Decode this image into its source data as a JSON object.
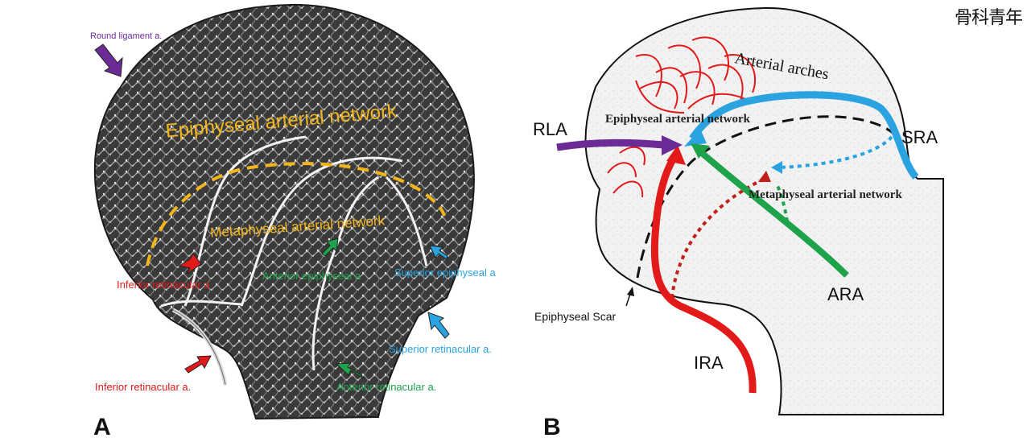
{
  "watermark": {
    "text": "骨科青年",
    "sub": "· · · ·"
  },
  "panelA": {
    "letter": "A",
    "regions": {
      "epiphyseal": "Epiphyseal arterial network",
      "metaphyseal": "Metaphyseal arterial network"
    },
    "labels": {
      "round_ligament": "Round ligament a.",
      "inferior_retinacular": "Inferior retinacular a.",
      "anterior_retinacular": "Anterior retinacular a.",
      "superior_retinacular": "Superior retinacular a.",
      "inferior_retinacular_overlay": "Inferior retinacular a",
      "anterior_epiphyseal": "Anterior epiphyseal a",
      "superior_epiphyseal": "Superior epiphyseal a"
    }
  },
  "panelB": {
    "letter": "B",
    "labels": {
      "arterial_arches": "Arterial arches",
      "epiphyseal_network": "Epiphyseal arterial network",
      "metaphyseal_network": "Metaphyseal arterial network",
      "rla": "RLA",
      "sra": "SRA",
      "ara": "ARA",
      "ira": "IRA",
      "scar": "Epiphyseal Scar"
    }
  },
  "colors": {
    "purple": "#6b2a95",
    "red": "#e21a1a",
    "green": "#1ea34a",
    "blue": "#2aa3e0",
    "yellow": "#f2b51c",
    "dark": "#222222"
  }
}
